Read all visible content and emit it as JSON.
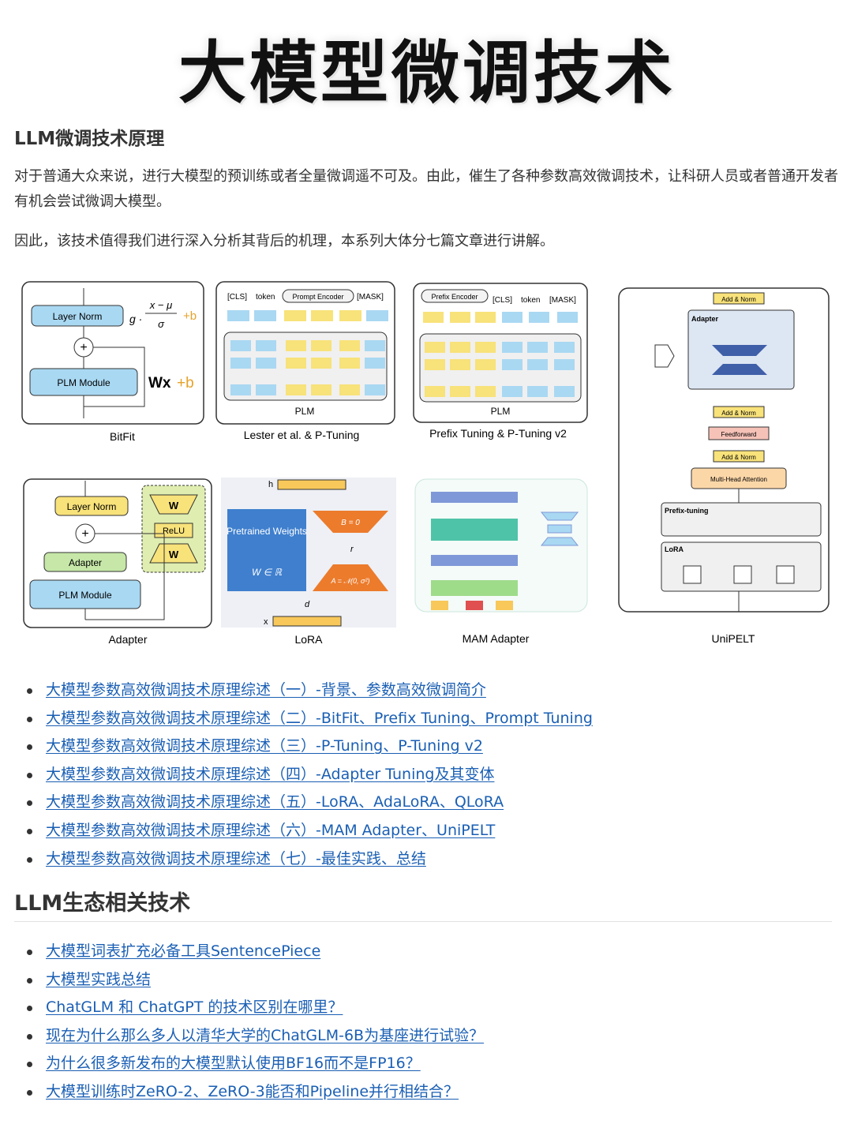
{
  "title": "大模型微调技术",
  "section1": {
    "heading": "LLM微调技术原理",
    "para1": "对于普通大众来说，进行大模型的预训练或者全量微调遥不可及。由此，催生了各种参数高效微调技术，让科研人员或者普通开发者有机会尝试微调大模型。",
    "para2": "因此，该技术值得我们进行深入分析其背后的机理，本系列大体分七篇文章进行讲解。",
    "figure": {
      "captions": [
        "BitFit",
        "Lester et al. & P-Tuning",
        "Prefix Tuning & P-Tuning v2",
        "UniPELT",
        "Adapter",
        "LoRA",
        "MAM Adapter"
      ],
      "labels": {
        "layer_norm": "Layer Norm",
        "plm_module": "PLM Module",
        "adapter": "Adapter",
        "relu": "ReLU",
        "plm": "PLM",
        "cls": "[CLS]",
        "token": "token",
        "mask": "[MASK]",
        "prompt_encoder": "Prompt Encoder",
        "prefix_encoder": "Prefix Encoder",
        "pretrained_weights": "Pretrained Weights",
        "add_norm": "Add & Norm",
        "feedforward": "Feedforward",
        "mha": "Multi-Head Attention",
        "prefix_tuning": "Prefix-tuning",
        "lora": "LoRA",
        "h": "h",
        "x": "x"
      }
    },
    "links": [
      "大模型参数高效微调技术原理综述（一）-背景、参数高效微调简介",
      "大模型参数高效微调技术原理综述（二）-BitFit、Prefix Tuning、Prompt Tuning",
      "大模型参数高效微调技术原理综述（三）-P-Tuning、P-Tuning v2",
      "大模型参数高效微调技术原理综述（四）-Adapter Tuning及其变体",
      "大模型参数高效微调技术原理综述（五）-LoRA、AdaLoRA、QLoRA",
      "大模型参数高效微调技术原理综述（六）-MAM Adapter、UniPELT",
      "大模型参数高效微调技术原理综述（七）-最佳实践、总结"
    ]
  },
  "section2": {
    "heading": "LLM生态相关技术",
    "links": [
      "大模型词表扩充必备工具SentencePiece",
      "大模型实践总结",
      "ChatGLM 和 ChatGPT 的技术区别在哪里？",
      "现在为什么那么多人以清华大学的ChatGLM-6B为基座进行试验？",
      "为什么很多新发布的大模型默认使用BF16而不是FP16？",
      "大模型训练时ZeRO-2、ZeRO-3能否和Pipeline并行相结合？"
    ]
  },
  "colors": {
    "link": "#1a5fb4",
    "blue_box": "#a9d8f2",
    "yellow_box": "#f8e27a",
    "green_box": "#c6e7a8",
    "orange": "#ec7b2c",
    "lora_blue": "#3f7fce"
  }
}
